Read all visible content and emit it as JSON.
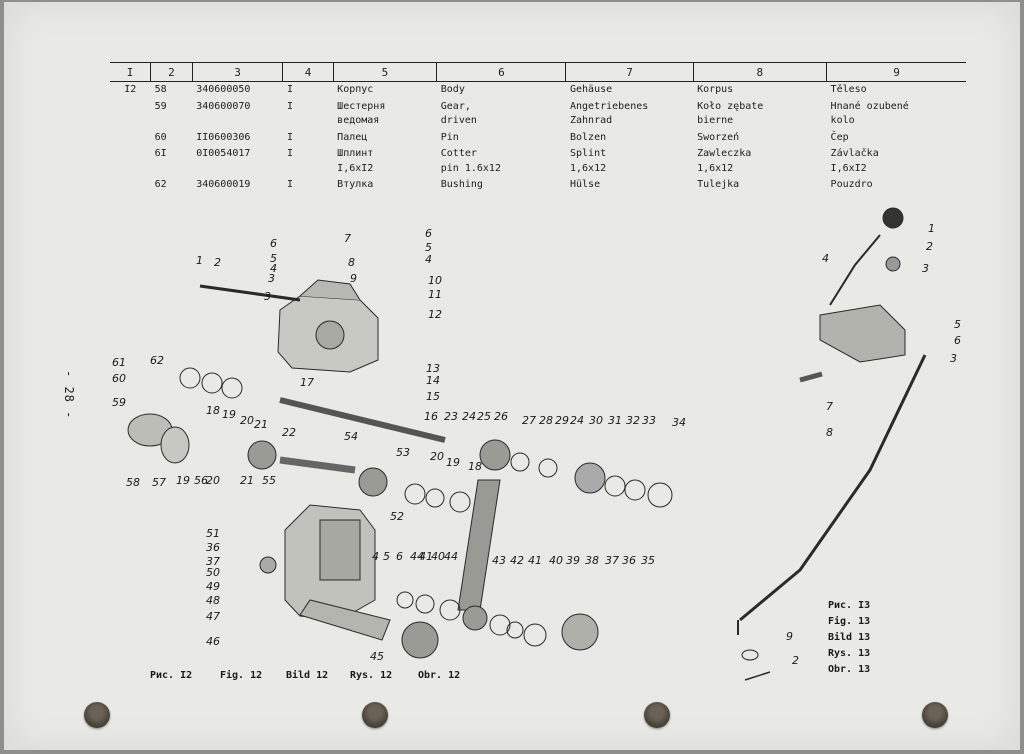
{
  "page_number": "- 28 -",
  "table": {
    "headers": [
      "I",
      "2",
      "3",
      "4",
      "5",
      "6",
      "7",
      "8",
      "9"
    ],
    "group": "I2",
    "rows": [
      {
        "pos": "58",
        "code": "340600050",
        "qty": "I",
        "ru": "Корпус",
        "en": "Body",
        "de": "Gehäuse",
        "pl": "Korpus",
        "cs": "Těleso"
      },
      {
        "pos": "59",
        "code": "340600070",
        "qty": "I",
        "ru": "Шестерня\nведомая",
        "en": "Gear,\ndriven",
        "de": "Angetriebenes\nZahnrad",
        "pl": "Koło zębate\nbierne",
        "cs": "Hnané ozubené\nkolo"
      },
      {
        "pos": "60",
        "code": "II0600306",
        "qty": "I",
        "ru": "Палец",
        "en": "Pin",
        "de": "Bolzen",
        "pl": "Sworzeń",
        "cs": "Čep"
      },
      {
        "pos": "6I",
        "code": "0I0054017",
        "qty": "I",
        "ru": "Шплинт\nI,6xI2",
        "en": "Cotter\npin 1.6x12",
        "de": "Splint\n1,6x12",
        "pl": "Zawleczka\n1,6x12",
        "cs": "Závlačka\nI,6xI2"
      },
      {
        "pos": "62",
        "code": "340600019",
        "qty": "I",
        "ru": "Втулка",
        "en": "Bushing",
        "de": "Hülse",
        "pl": "Tulejka",
        "cs": "Pouzdro"
      }
    ]
  },
  "figure12": {
    "captions": [
      "Рис. I2",
      "Fig. 12",
      "Bild 12",
      "Rys. 12",
      "Obr. 12"
    ],
    "labels": [
      "1",
      "2",
      "3",
      "4",
      "5",
      "6",
      "7",
      "8",
      "9",
      "10",
      "11",
      "12",
      "13",
      "14",
      "15",
      "16",
      "17",
      "18",
      "19",
      "20",
      "21",
      "22",
      "23",
      "24",
      "25",
      "26",
      "27",
      "28",
      "29",
      "24",
      "30",
      "31",
      "32",
      "33",
      "34",
      "54",
      "53",
      "20",
      "19",
      "18",
      "52",
      "51",
      "36",
      "37",
      "50",
      "49",
      "48",
      "47",
      "46",
      "45",
      "44",
      "40",
      "41",
      "44",
      "43",
      "42",
      "41",
      "40",
      "39",
      "38",
      "37",
      "36",
      "35",
      "56",
      "20",
      "21",
      "55",
      "6",
      "5",
      "4",
      "6",
      "5",
      "4",
      "61",
      "62",
      "60",
      "59",
      "58",
      "57",
      "19",
      "3"
    ]
  },
  "figure13": {
    "captions": [
      "Рис. I3",
      "Fig. 13",
      "Bild 13",
      "Rys. 13",
      "Obr. 13"
    ],
    "labels": [
      "1",
      "2",
      "3",
      "4",
      "5",
      "6",
      "3",
      "7",
      "8",
      "9",
      "2"
    ]
  },
  "colors": {
    "paper": "#e9e9e6",
    "ink": "#1e1e1e",
    "border": "#8f8f8b"
  }
}
